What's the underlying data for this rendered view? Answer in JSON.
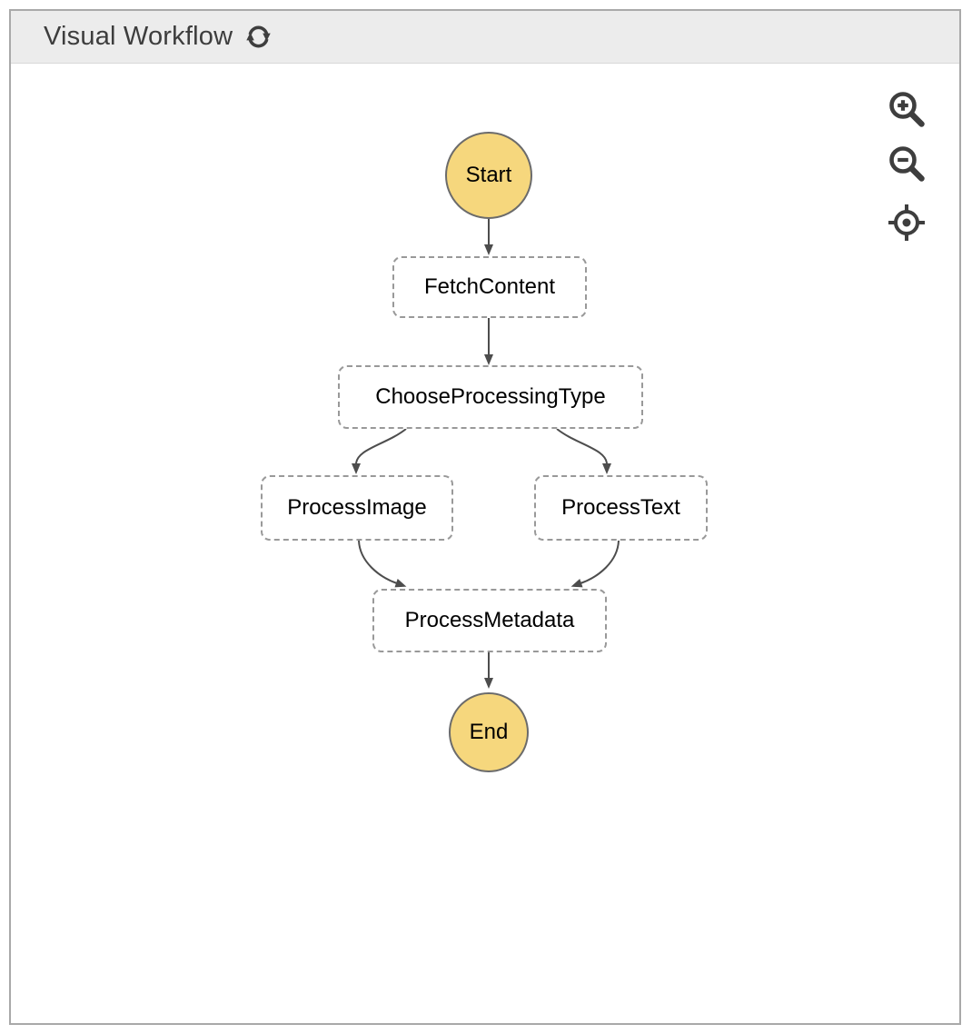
{
  "header": {
    "title": "Visual Workflow"
  },
  "icons": {
    "refresh": "refresh-icon",
    "zoom_in": "zoom-in-icon",
    "zoom_out": "zoom-out-icon",
    "center": "crosshair-icon"
  },
  "colors": {
    "header_bg": "#ececec",
    "panel_border": "#a9a9a9",
    "title_text": "#3d3d3d",
    "start_end_fill": "#f6d77d",
    "start_end_stroke": "#6b6b6b",
    "task_border": "#999999",
    "task_fill": "#ffffff",
    "node_text": "#000000",
    "edge": "#4d4d4d",
    "icon": "#3e3e3e"
  },
  "diagram": {
    "type": "flowchart",
    "nodes": [
      {
        "id": "Start",
        "type": "start",
        "label": "Start"
      },
      {
        "id": "FetchContent",
        "type": "task",
        "label": "FetchContent"
      },
      {
        "id": "ChooseProcessingType",
        "type": "task",
        "label": "ChooseProcessingType"
      },
      {
        "id": "ProcessImage",
        "type": "task",
        "label": "ProcessImage"
      },
      {
        "id": "ProcessText",
        "type": "task",
        "label": "ProcessText"
      },
      {
        "id": "ProcessMetadata",
        "type": "task",
        "label": "ProcessMetadata"
      },
      {
        "id": "End",
        "type": "end",
        "label": "End"
      }
    ],
    "edges": [
      {
        "from": "Start",
        "to": "FetchContent"
      },
      {
        "from": "FetchContent",
        "to": "ChooseProcessingType"
      },
      {
        "from": "ChooseProcessingType",
        "to": "ProcessImage"
      },
      {
        "from": "ChooseProcessingType",
        "to": "ProcessText"
      },
      {
        "from": "ProcessImage",
        "to": "ProcessMetadata"
      },
      {
        "from": "ProcessText",
        "to": "ProcessMetadata"
      },
      {
        "from": "ProcessMetadata",
        "to": "End"
      }
    ]
  }
}
